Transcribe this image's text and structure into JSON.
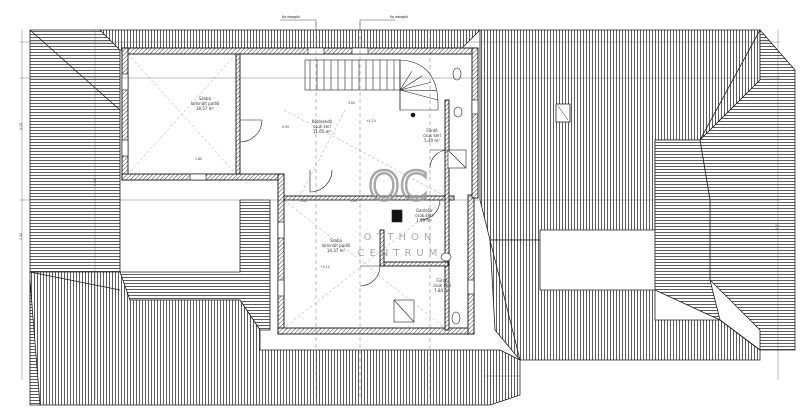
{
  "watermark": {
    "logo": "OC",
    "line1": "OTTHON",
    "line2": "CENTRUM"
  },
  "callouts": {
    "left": "Ko dwaglki",
    "right": "Ko dwaglki"
  },
  "rooms": [
    {
      "id": "szoba-1",
      "name": "Szoba",
      "floor": "laminált padló",
      "area": "18,57 m²"
    },
    {
      "id": "kozlekedo",
      "name": "Közlekedő",
      "floor": "csúk kerí",
      "area": "11,65 m²"
    },
    {
      "id": "furdo-1",
      "name": "Fürdő",
      "floor": "csúk kerí",
      "area": "5,49 m²"
    },
    {
      "id": "gardrob",
      "name": "Gardrób",
      "floor": "csúk kerí",
      "area": "1,99 m²"
    },
    {
      "id": "szoba-2",
      "name": "Szoba",
      "floor": "laminált padló",
      "area": "14,37 m²"
    },
    {
      "id": "furdo-2",
      "name": "Fürdő",
      "floor": "csúk kerí",
      "area": "7,84 m²"
    }
  ],
  "levels": [
    "+4.10",
    "+4.10",
    "+4.10"
  ],
  "dims": [
    "3.60",
    "1.80",
    "3.80",
    "2.60",
    "0.90",
    "1.20",
    "2.40",
    "4.10",
    "3.45"
  ]
}
